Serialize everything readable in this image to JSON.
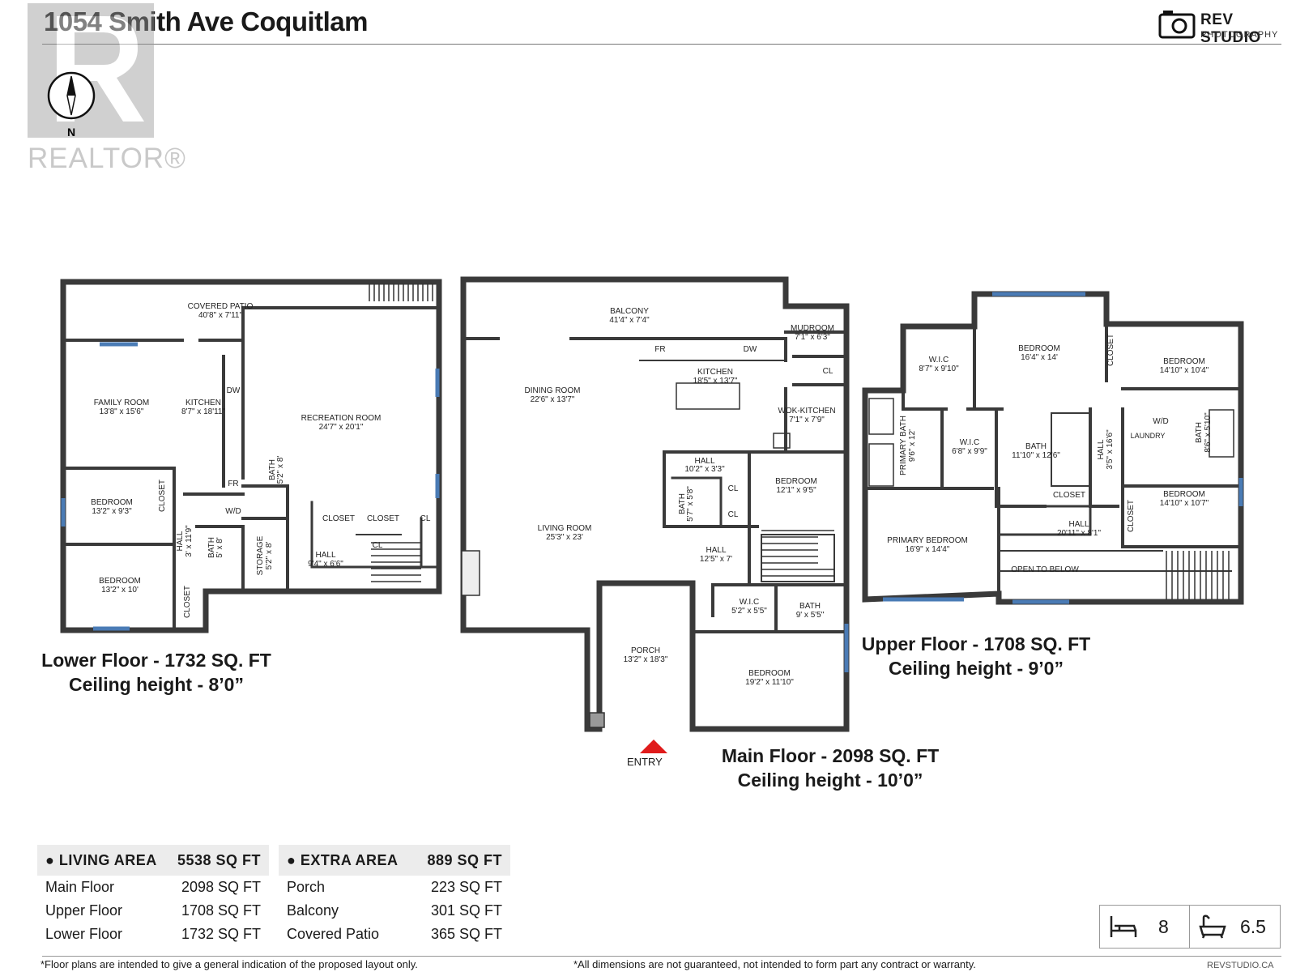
{
  "header": {
    "title": "1054 Smith Ave Coquitlam",
    "logo_brand": "REV STUDIO",
    "logo_sub": "PHOTOGRAPHY"
  },
  "watermark": {
    "word": "REALTOR®"
  },
  "compass": {
    "label": "N"
  },
  "floors": {
    "lower": {
      "line1": "Lower Floor - 1732 SQ. FT",
      "line2": "Ceiling height - 8’0”"
    },
    "main": {
      "line1": "Main Floor - 2098 SQ. FT",
      "line2": "Ceiling height - 10’0”"
    },
    "upper": {
      "line1": "Upper Floor - 1708 SQ. FT",
      "line2": "Ceiling height - 9’0”"
    }
  },
  "entry_label": "ENTRY",
  "rooms": {
    "covered_patio": {
      "name": "COVERED PATIO",
      "dim": "40'8\" x 7'11\""
    },
    "family_room": {
      "name": "FAMILY ROOM",
      "dim": "13'8\" x 15'6\""
    },
    "kitchen_lower": {
      "name": "KITCHEN",
      "dim": "8'7\" x 18'11\""
    },
    "recreation_room": {
      "name": "RECREATION ROOM",
      "dim": "24'7\" x 20'1\""
    },
    "bedroom_l1": {
      "name": "BEDROOM",
      "dim": "13'2\" x 9'3\""
    },
    "bedroom_l2": {
      "name": "BEDROOM",
      "dim": "13'2\" x 10'"
    },
    "hall_l1": {
      "name": "HALL",
      "dim": "3' x 11'9\""
    },
    "bath_l1": {
      "name": "BATH",
      "dim": "5' x 8'"
    },
    "bath_l2": {
      "name": "BATH",
      "dim": "5'2\" x 8'"
    },
    "storage": {
      "name": "STORAGE",
      "dim": "5'2\" x 8'"
    },
    "hall_l2": {
      "name": "HALL",
      "dim": "9'4\" x 6'6\""
    },
    "balcony": {
      "name": "BALCONY",
      "dim": "41'4\" x 7'4\""
    },
    "mudroom": {
      "name": "MUDROOM",
      "dim": "7'1\" x 6'3\""
    },
    "dining_room": {
      "name": "DINING ROOM",
      "dim": "22'6\" x 13'7\""
    },
    "kitchen_main": {
      "name": "KITCHEN",
      "dim": "18'5\" x 13'7\""
    },
    "wok_kitchen": {
      "name": "WOK-KITCHEN",
      "dim": "7'1\" x 7'9\""
    },
    "hall_m1": {
      "name": "HALL",
      "dim": "10'2\" x 3'3\""
    },
    "bath_m1": {
      "name": "BATH",
      "dim": "5'7\" x 5'8\""
    },
    "bedroom_m1": {
      "name": "BEDROOM",
      "dim": "12'1\" x 9'5\""
    },
    "living_room": {
      "name": "LIVING ROOM",
      "dim": "25'3\" x 23'"
    },
    "hall_m2": {
      "name": "HALL",
      "dim": "12'5\" x 7'"
    },
    "wic_m": {
      "name": "W.I.C",
      "dim": "5'2\" x 5'5\""
    },
    "bath_m2": {
      "name": "BATH",
      "dim": "9' x 5'5\""
    },
    "porch": {
      "name": "PORCH",
      "dim": "13'2\" x 18'3\""
    },
    "bedroom_m2": {
      "name": "BEDROOM",
      "dim": "19'2\" x 11'10\""
    },
    "wic_u1": {
      "name": "W.I.C",
      "dim": "8'7\" x 9'10\""
    },
    "bedroom_u1": {
      "name": "BEDROOM",
      "dim": "16'4\" x 14'"
    },
    "bedroom_u2": {
      "name": "BEDROOM",
      "dim": "14'10\" x 10'4\""
    },
    "primary_bath": {
      "name": "PRIMARY BATH",
      "dim": "9'6\" x 12'"
    },
    "wic_u2": {
      "name": "W.I.C",
      "dim": "6'8\" x 9'9\""
    },
    "bath_u1": {
      "name": "BATH",
      "dim": "11'10\" x 12'6\""
    },
    "hall_u1": {
      "name": "HALL",
      "dim": "3'5\" x 16'6\""
    },
    "laundry": {
      "name": "LAUNDRY",
      "dim": ""
    },
    "bath_u2": {
      "name": "BATH",
      "dim": "8'6\" x 5'10\""
    },
    "primary_bedroom": {
      "name": "PRIMARY BEDROOM",
      "dim": "16'9\" x 14'4\""
    },
    "hall_u2": {
      "name": "HALL",
      "dim": "20'11\" x 8'1\""
    },
    "bedroom_u3": {
      "name": "BEDROOM",
      "dim": "14'10\" x 10'7\""
    },
    "open_to_below": {
      "name": "OPEN TO BELOW",
      "dim": ""
    }
  },
  "fixtures": {
    "closet": "CLOSET",
    "cl": "CL",
    "fr": "FR",
    "dw": "DW",
    "wd": "W/D"
  },
  "areas": {
    "living": {
      "header": "LIVING AREA",
      "total": "5538 SQ FT",
      "rows": [
        {
          "label": "Main Floor",
          "value": "2098 SQ FT"
        },
        {
          "label": "Upper Floor",
          "value": "1708 SQ FT"
        },
        {
          "label": "Lower Floor",
          "value": "1732 SQ FT"
        }
      ]
    },
    "extra": {
      "header": "EXTRA AREA",
      "total": "889 SQ FT",
      "rows": [
        {
          "label": "Porch",
          "value": "223 SQ FT"
        },
        {
          "label": "Balcony",
          "value": "301 SQ FT"
        },
        {
          "label": "Covered Patio",
          "value": "365 SQ FT"
        }
      ]
    }
  },
  "counts": {
    "bedrooms": "8",
    "baths": "6.5",
    "bed_icon": "bed-icon",
    "bath_icon": "bathtub-icon"
  },
  "footer": {
    "left": "*Floor plans are intended to give a general indication of the proposed layout only.",
    "center": "*All dimensions are not guaranteed, not intended to form part any contract or warranty.",
    "right": "REVSTUDIO.CA"
  },
  "colors": {
    "wall": "#3a3a3a",
    "window": "#4a7bb5",
    "entry": "#e01b1b"
  }
}
